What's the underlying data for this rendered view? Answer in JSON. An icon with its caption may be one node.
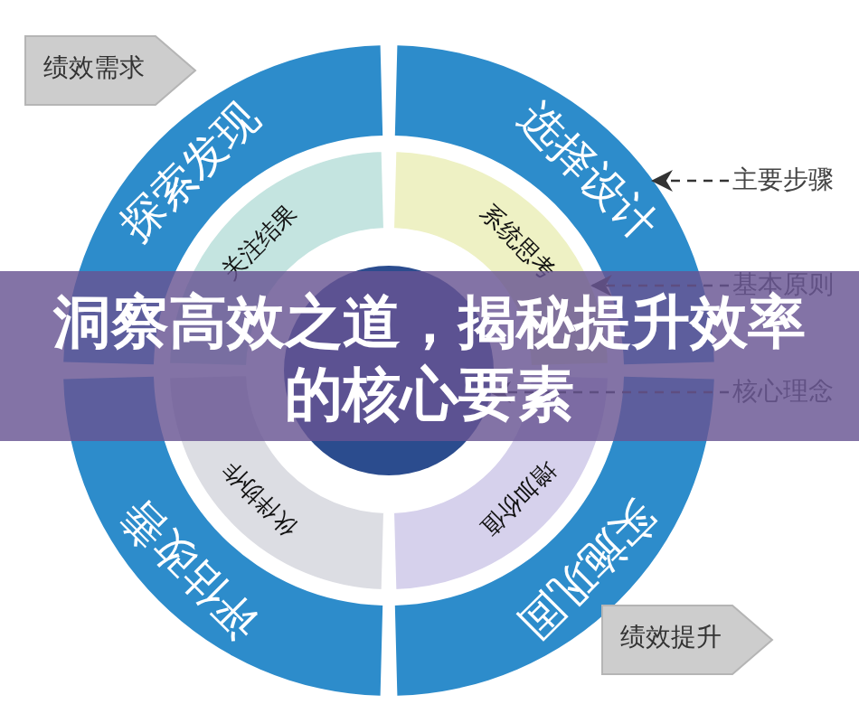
{
  "diagram": {
    "title": "洞察高效之道，揭秘提升效率的核心要素",
    "nodes": [
      {
        "text": [
          "绩效需求"
        ]
      },
      {
        "text": [
          "探索发现"
        ]
      },
      {
        "text": [
          "选择设计"
        ]
      },
      {
        "text": [
          "主要步骤"
        ]
      },
      {
        "text": [
          "关注结果"
        ]
      },
      {
        "text": [
          "系统思考"
        ]
      },
      {
        "text": [
          "基本原则"
        ]
      },
      {
        "text": [],
        "shape": "circle"
      },
      {
        "text": [
          "核心理念"
        ]
      },
      {
        "text": [
          "伙伴协作"
        ]
      },
      {
        "text": [
          "增加价值"
        ]
      },
      {
        "text": [
          "评估改善"
        ]
      },
      {
        "text": [
          "实施巩固"
        ]
      },
      {
        "text": [
          "绩效提升"
        ]
      }
    ],
    "edges": [
      {
        "from": 3,
        "to": 2,
        "arrow": "to",
        "style": "dashed"
      },
      {
        "from": 6,
        "to": 5,
        "arrow": "to",
        "style": "dashed"
      },
      {
        "from": 8,
        "to": 7,
        "arrow": "to",
        "style": "dashed"
      }
    ]
  }
}
